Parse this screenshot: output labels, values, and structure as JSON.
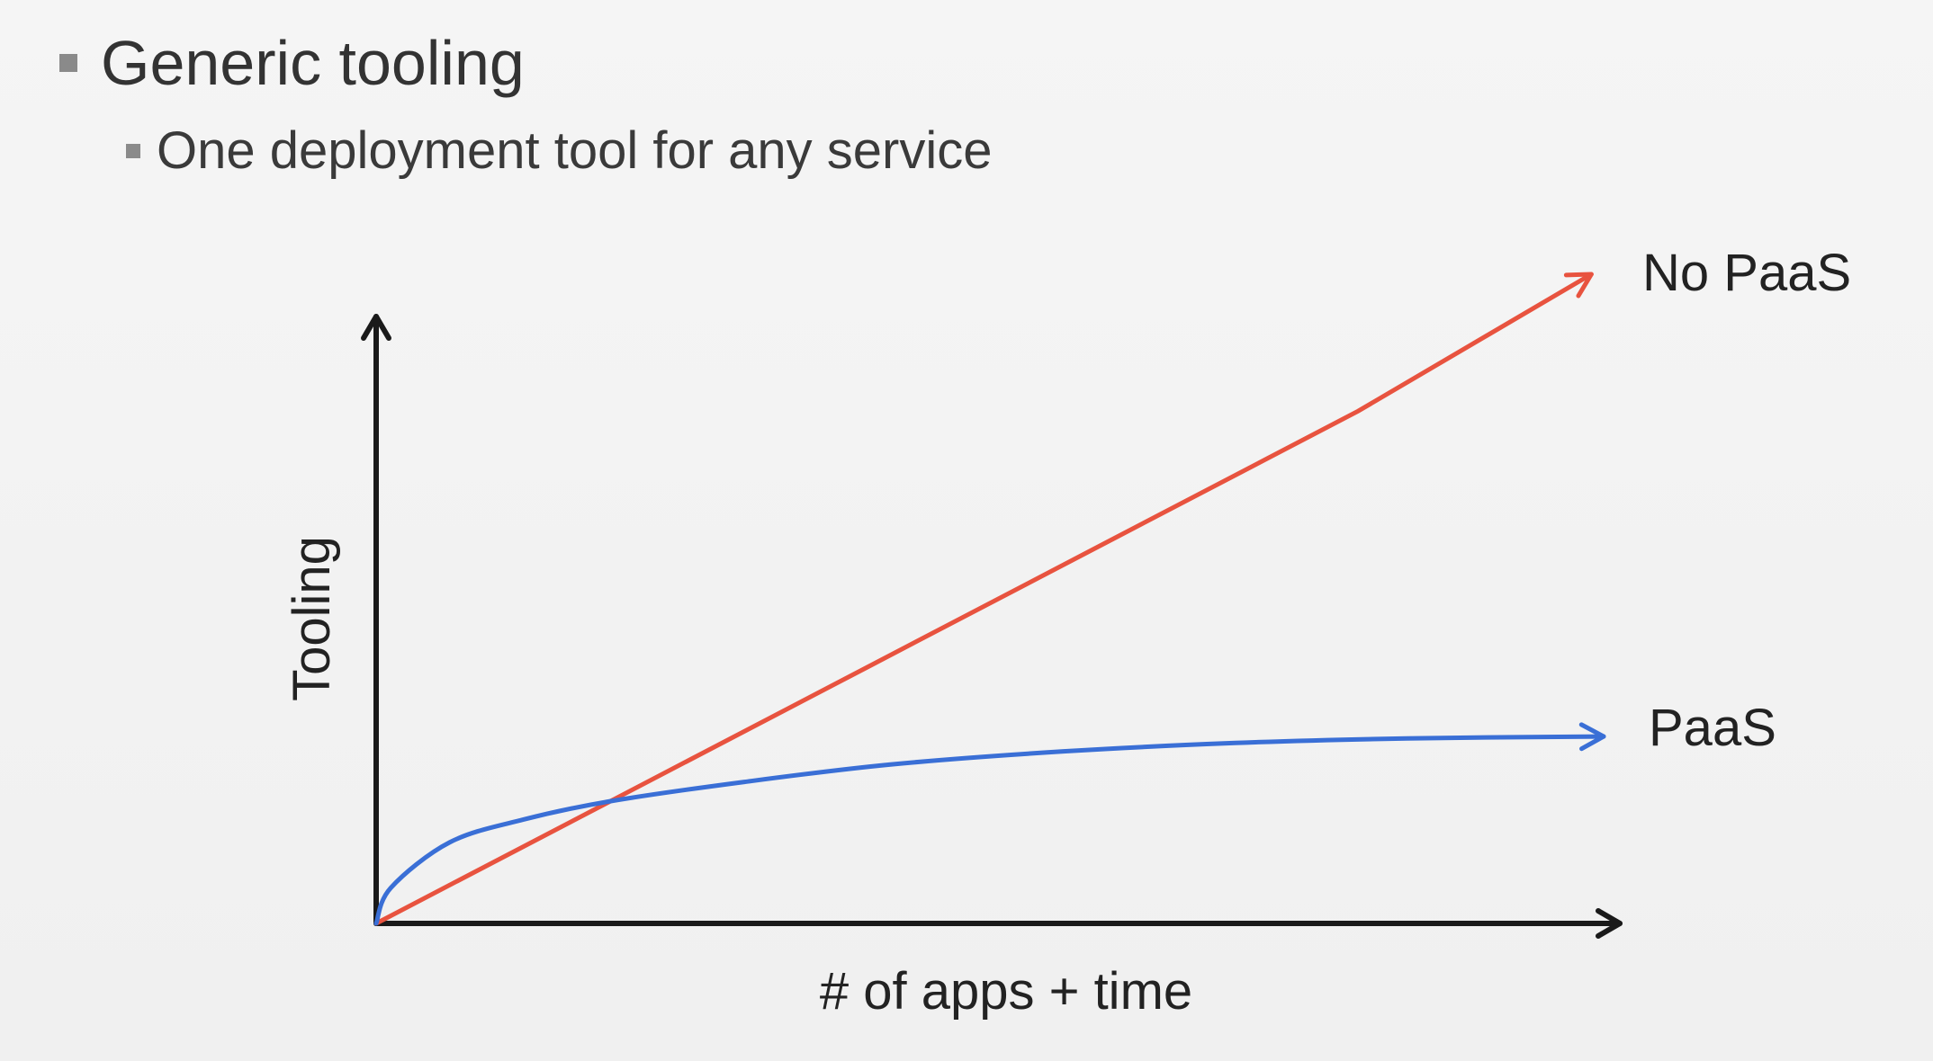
{
  "slide": {
    "bullets": [
      {
        "text": "Generic tooling",
        "level": 1
      },
      {
        "text": "One deployment tool for any service",
        "level": 2
      }
    ]
  },
  "colors": {
    "axis": "#1a1a1a",
    "no_paas": "#e8533f",
    "paas": "#3a6fd6",
    "text": "#333333"
  },
  "chart_data": {
    "type": "line",
    "xlabel": "# of apps + time",
    "ylabel": "Tooling",
    "xlim": [
      0,
      1
    ],
    "ylim": [
      0,
      1
    ],
    "grid": false,
    "ticks": false,
    "legend": "direct labels at line ends (right)",
    "series": [
      {
        "name": "No PaaS",
        "color": "#e8533f",
        "shape": "straight-line-arrow",
        "x": [
          0,
          0.2,
          0.4,
          0.6,
          0.8,
          0.99
        ],
        "y": [
          0,
          0.1973,
          0.3946,
          0.5919,
          0.7892,
          1.0
        ]
      },
      {
        "name": "PaaS",
        "color": "#3a6fd6",
        "shape": "concave-curve-arrow",
        "x": [
          0,
          0.012,
          0.06,
          0.12,
          0.19,
          0.3,
          0.42,
          0.56,
          0.7,
          0.84,
          1.0
        ],
        "y": [
          0,
          0.055,
          0.125,
          0.16,
          0.188,
          0.218,
          0.245,
          0.265,
          0.278,
          0.285,
          0.288
        ]
      }
    ]
  }
}
